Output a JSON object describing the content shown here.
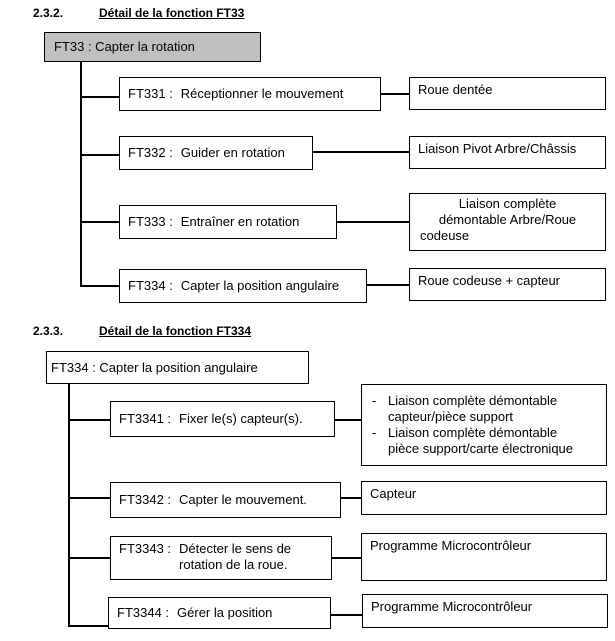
{
  "section1": {
    "number": "2.3.2.",
    "title": "Détail de la fonction FT33",
    "root": "FT33 : Capter la rotation",
    "rows": [
      {
        "code": "FT331 :",
        "label": "Réceptionner le mouvement",
        "solution": [
          "Roue dentée"
        ]
      },
      {
        "code": "FT332 :",
        "label": "Guider en rotation",
        "solution": [
          "Liaison Pivot Arbre/Châssis"
        ]
      },
      {
        "code": "FT333 :",
        "label": "Entraîner en rotation",
        "solution": [
          "Liaison complète",
          "démontable Arbre/Roue",
          "codeuse"
        ]
      },
      {
        "code": "FT334 :",
        "label": "Capter la position angulaire",
        "solution": [
          "Roue codeuse + capteur"
        ]
      }
    ]
  },
  "section2": {
    "number": "2.3.3.",
    "title": "Détail de la fonction FT334",
    "root": "FT334 : Capter la position angulaire",
    "rows": [
      {
        "code": "FT3341 :",
        "label": [
          "Fixer le(s) capteur(s)."
        ],
        "solution_list": [
          [
            "Liaison complète démontable",
            "capteur/pièce support"
          ],
          [
            "Liaison complète démontable",
            "pièce support/carte électronique"
          ]
        ]
      },
      {
        "code": "FT3342 :",
        "label": [
          "Capter le mouvement."
        ],
        "solution": [
          "Capteur"
        ]
      },
      {
        "code": "FT3343 :",
        "label": [
          "Détecter le sens de",
          "rotation de la roue."
        ],
        "solution": [
          "Programme Microcontrôleur"
        ]
      },
      {
        "code": "FT3344 :",
        "label": [
          "Gérer la position"
        ],
        "solution": [
          "Programme Microcontrôleur"
        ]
      }
    ]
  }
}
